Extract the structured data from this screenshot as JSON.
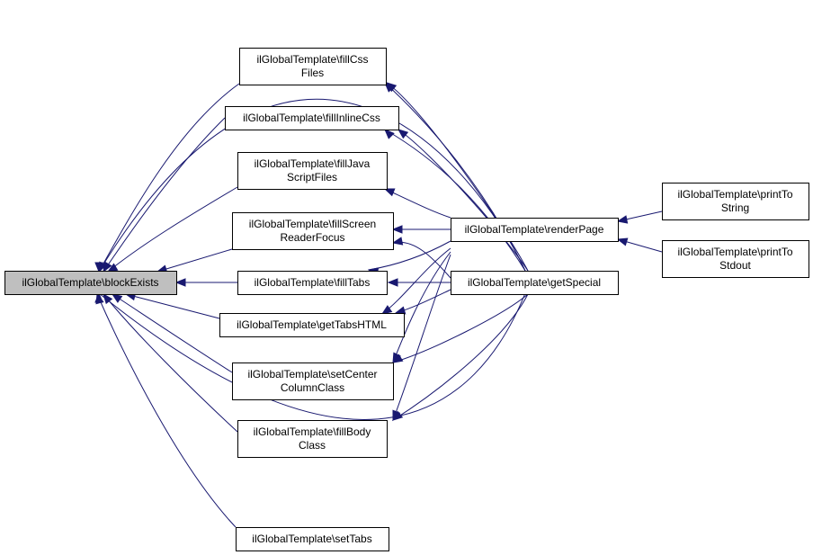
{
  "diagram": {
    "nodes": {
      "blockExists": [
        "ilGlobalTemplate\\blockExists"
      ],
      "fillCssFiles": [
        "ilGlobalTemplate\\fillCss",
        "Files"
      ],
      "fillInlineCss": [
        "ilGlobalTemplate\\fillInlineCss"
      ],
      "fillJavaScriptFiles": [
        "ilGlobalTemplate\\fillJava",
        "ScriptFiles"
      ],
      "fillScreenReaderFocus": [
        "ilGlobalTemplate\\fillScreen",
        "ReaderFocus"
      ],
      "fillTabs": [
        "ilGlobalTemplate\\fillTabs"
      ],
      "getTabsHTML": [
        "ilGlobalTemplate\\getTabsHTML"
      ],
      "setCenterColumnClass": [
        "ilGlobalTemplate\\setCenter",
        "ColumnClass"
      ],
      "fillBodyClass": [
        "ilGlobalTemplate\\fillBody",
        "Class"
      ],
      "setTabs": [
        "ilGlobalTemplate\\setTabs"
      ],
      "renderPage": [
        "ilGlobalTemplate\\renderPage"
      ],
      "getSpecial": [
        "ilGlobalTemplate\\getSpecial"
      ],
      "printToString": [
        "ilGlobalTemplate\\printTo",
        "String"
      ],
      "printToStdout": [
        "ilGlobalTemplate\\printTo",
        "Stdout"
      ]
    },
    "colors": {
      "edge": "#191970",
      "root_fill": "#bfbfbf",
      "node_fill": "#ffffff",
      "border": "#000000"
    }
  }
}
